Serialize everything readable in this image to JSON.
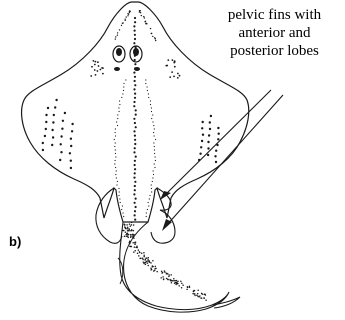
{
  "figure": {
    "panel_label": "b)",
    "annotation_lines": [
      "pelvic fins with",
      "anterior and",
      "posterior lobes"
    ]
  }
}
